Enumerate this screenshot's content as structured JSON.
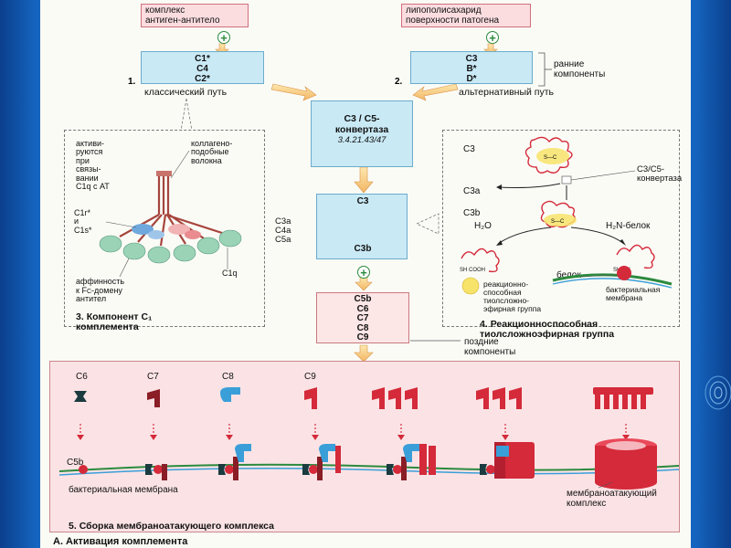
{
  "top_left_box": "комплекс\nантиген-антитело",
  "top_right_box": "липополисахарид\nповерхности патогена",
  "classical_box": "C1*\nC4\nC2*",
  "classical_num": "1.",
  "classical_label": "классический путь",
  "alt_box": "C3\nB*\nD*",
  "alt_num": "2.",
  "alt_label": "альтернативный путь",
  "early_label": "ранние\nкомпоненты",
  "convertase_title": "C3 / C5-\nконвертаза",
  "convertase_ec": "3.4.21.43/47",
  "c3_box_top": "C3",
  "c3_box_bottom": "C3b",
  "c3_side": "C3a\nC4a\nC5a",
  "late_box": "C5b\nC6\nC7\nC8\nC9",
  "late_label": "поздние\nкомпоненты",
  "panel3": {
    "activated": "активи-\nруются\nпри\nсвязы-\nвании\nC1q с АТ",
    "collagen": "коллагено-\nподобные\nволокна",
    "c1r_c1s": "C1r*\nи\nC1s*",
    "affinity": "аффинность\nк F",
    "affinity_sub": "C",
    "affinity_rest": "-домену\nантител",
    "c1q": "C1q",
    "caption_num": "3.",
    "caption": "Компонент C₁\nкомплемента"
  },
  "panel4": {
    "c3": "C3",
    "convertase": "C3/C5-\nконвертаза",
    "c3a": "C3a",
    "c3b": "C3b",
    "h2o": "H₂O",
    "h2n": "H₂N-белок",
    "sh_cooh": "SH  COOH",
    "sh_nh": "SH   NH",
    "protein": "белок",
    "sc": "S—C",
    "legend_thio": "реакционно-\nспособная\nтиолсложно-\nэфирная группа",
    "legend_membrane": "бактериальная\nмембрана",
    "caption_num": "4.",
    "caption": "Реакционноспособная\nтиолсложноэфирная группа"
  },
  "panel5": {
    "labels": [
      "C6",
      "C7",
      "C8",
      "C9"
    ],
    "c5b": "C5b",
    "membrane": "бактериальная мембрана",
    "mac": "мембраноатакующий\nкомплекс",
    "caption_num": "5.",
    "caption": "Сборка мембраноатакующего комплекса"
  },
  "footer": "А. Активация комплемента",
  "colors": {
    "red": "#d42a3a",
    "blue": "#3a9fd8",
    "green": "#2b8a3e",
    "orange": "#f5c26b",
    "background": "#1565c0"
  }
}
